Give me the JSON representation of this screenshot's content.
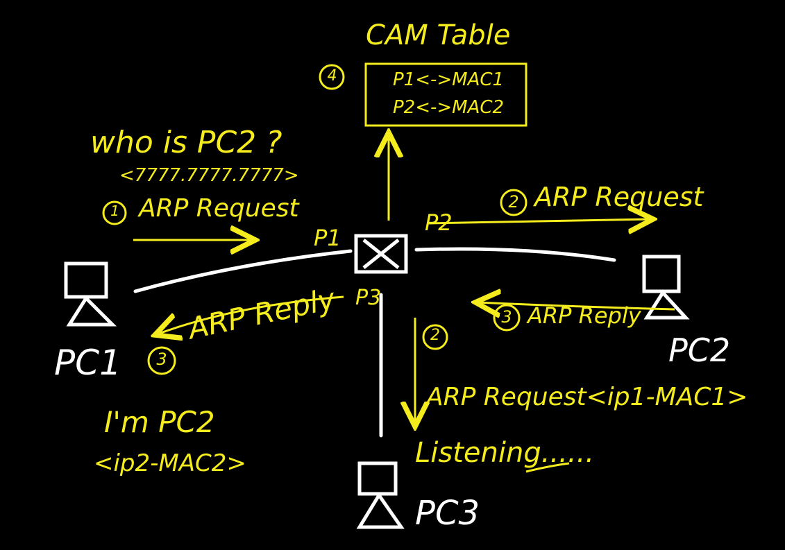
{
  "colors": {
    "background": "#000000",
    "ink_white": "#ffffff",
    "ink_yellow": "#f5ec1d"
  },
  "cam_table": {
    "step": "4",
    "title": "CAM Table",
    "rows": [
      "P1<->MAC1",
      "P2<->MAC2"
    ]
  },
  "ports": {
    "p1": "P1",
    "p2": "P2",
    "p3": "P3"
  },
  "devices": {
    "switch_icon": "switch-icon",
    "pc1": {
      "label": "PC1",
      "icon": "computer-icon"
    },
    "pc2": {
      "label": "PC2",
      "icon": "computer-icon"
    },
    "pc3": {
      "label": "PC3",
      "icon": "computer-icon"
    }
  },
  "annotations": {
    "who_is": "who is PC2 ?",
    "broadcast_mac": "<7777.7777.7777>",
    "step1_num": "1",
    "step1_text": "ARP Request",
    "step2_num": "2",
    "step2_text": "ARP Request",
    "step2b_num": "2",
    "step2b_text": "ARP Request<ip1-MAC1>",
    "listening": "Listening......",
    "step3_num": "3",
    "step3_text": "ARP Reply",
    "step3b_num": "3",
    "step3b_text": "ARP Reply",
    "im_pc2": "I'm PC2",
    "pc2_ip_mac": "<ip2-MAC2>"
  }
}
